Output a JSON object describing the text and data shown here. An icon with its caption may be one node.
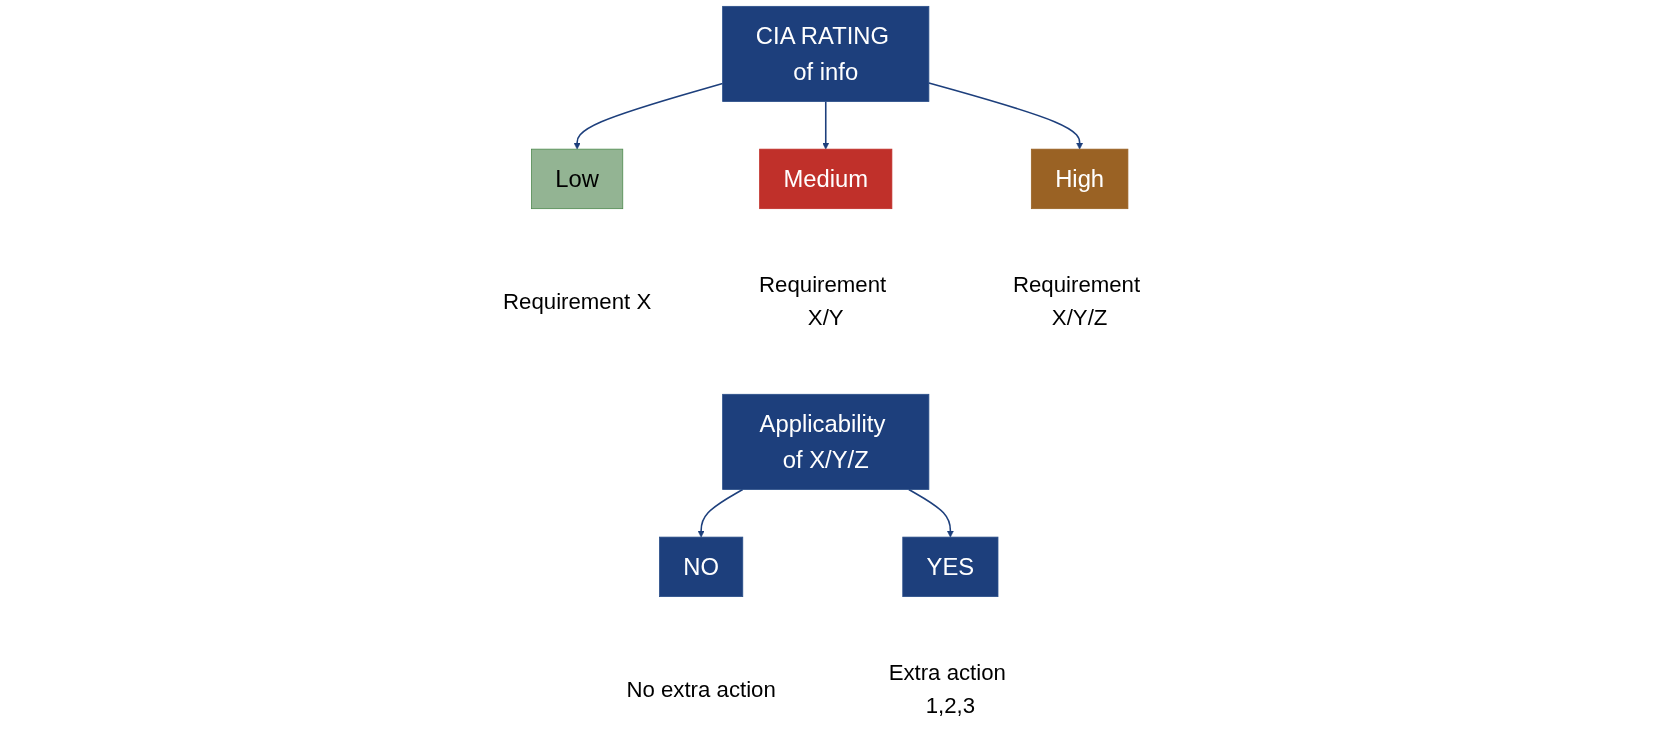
{
  "diagram": {
    "nodes": [
      {
        "text": [
          "CIA RATING of info"
        ]
      },
      {
        "text": [
          "Low"
        ],
        "beside": [
          "Requirement X"
        ]
      },
      {
        "text": [
          "Medium"
        ],
        "beside": [
          "Requirement X/Y"
        ]
      },
      {
        "text": [
          "High"
        ],
        "beside": [
          "Requirement X/Y/Z"
        ]
      },
      {
        "text": [
          "Applicability of X/Y/Z"
        ]
      },
      {
        "text": [
          "NO"
        ],
        "beside": [
          "No extra action"
        ]
      },
      {
        "text": [
          "YES"
        ],
        "beside": [
          "Extra action 1,2,3"
        ]
      }
    ],
    "edges": [
      {
        "from": 0,
        "to": 1,
        "arrow": "to"
      },
      {
        "from": 0,
        "to": 2,
        "arrow": "to"
      },
      {
        "from": 0,
        "to": 3,
        "arrow": "to"
      },
      {
        "from": 4,
        "to": 5,
        "arrow": "to"
      },
      {
        "from": 4,
        "to": 6,
        "arrow": "to"
      }
    ]
  }
}
